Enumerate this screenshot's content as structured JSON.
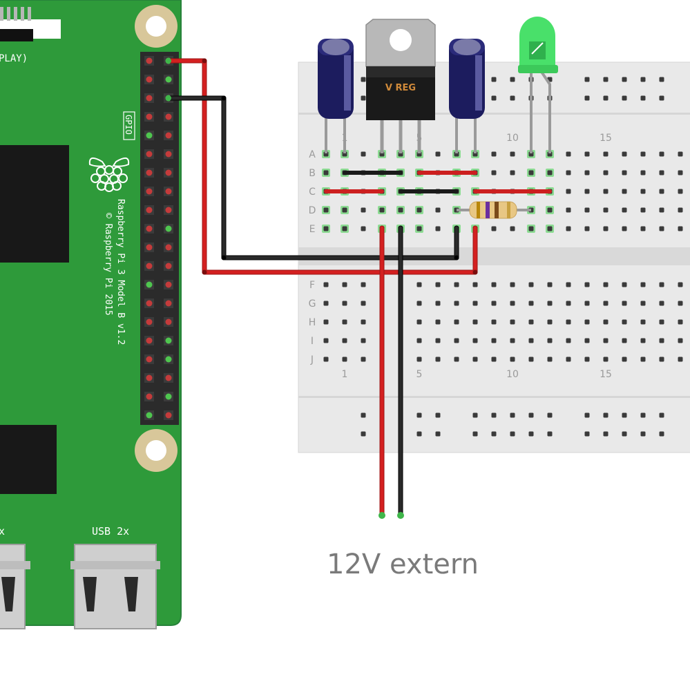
{
  "pi": {
    "label_display": "PLAY)",
    "label_gpio": "GPIO",
    "model_line1": "Raspberry Pi 3 Model B v1.2",
    "model_line2": "© Raspberry Pi 2015",
    "label_usb": "USB 2x",
    "label_usb_left": "x"
  },
  "breadboard": {
    "rows_top": [
      "A",
      "B",
      "C",
      "D",
      "E"
    ],
    "rows_bottom": [
      "F",
      "G",
      "H",
      "I",
      "J"
    ],
    "column_numbers": [
      "1",
      "5",
      "10",
      "15"
    ]
  },
  "regulator": {
    "label": "V REG"
  },
  "caption": "12V extern",
  "colors": {
    "pcb": "#2e9a3a",
    "wire_red": "#cc1f1f",
    "wire_black": "#1a1a1a",
    "led": "#49e06a",
    "capacitor": "#1c1c5e",
    "breadboard": "#e9e9e9"
  }
}
